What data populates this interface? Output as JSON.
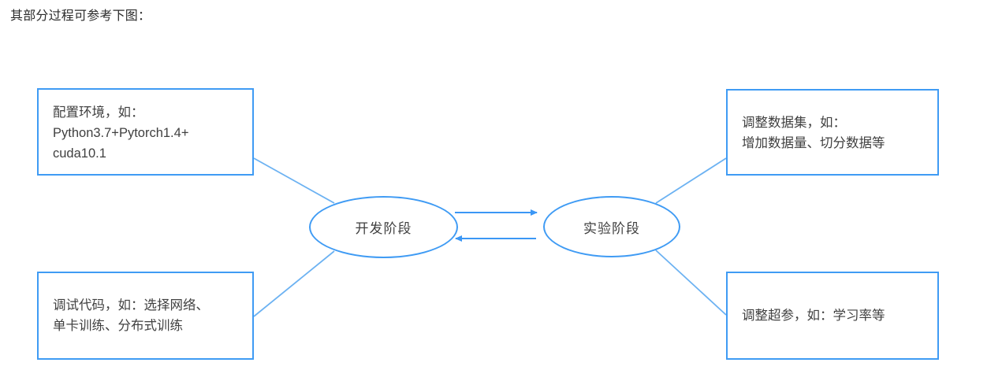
{
  "intro": {
    "text": "其部分过程可参考下图："
  },
  "colors": {
    "accent_blue": "#3f9bf4",
    "arrow_blue": "#3b97f5",
    "connector_blue": "#6cb2f2",
    "text_dark": "#404040",
    "background": "#ffffff"
  },
  "diagram": {
    "type": "flow-diagram",
    "nodes": [
      {
        "id": "env",
        "shape": "rectangle",
        "label": "配置环境，如：\nPython3.7+Pytorch1.4+\ncuda10.1",
        "position": "top-left"
      },
      {
        "id": "dataset",
        "shape": "rectangle",
        "label": "调整数据集，如：\n增加数据量、切分数据等",
        "position": "top-right"
      },
      {
        "id": "debug",
        "shape": "rectangle",
        "label": "调试代码，如：选择网络、\n单卡训练、分布式训练",
        "position": "bottom-left"
      },
      {
        "id": "hyper",
        "shape": "rectangle",
        "label": "调整超参，如：学习率等",
        "position": "bottom-right"
      },
      {
        "id": "dev",
        "shape": "ellipse",
        "label": "开发阶段",
        "position": "center-left"
      },
      {
        "id": "exp",
        "shape": "ellipse",
        "label": "实验阶段",
        "position": "center-right"
      }
    ],
    "edges": [
      {
        "id": "env-dev",
        "from": "env",
        "to": "dev",
        "arrow": false
      },
      {
        "id": "debug-dev",
        "from": "debug",
        "to": "dev",
        "arrow": false
      },
      {
        "id": "dataset-exp",
        "from": "dataset",
        "to": "exp",
        "arrow": false
      },
      {
        "id": "hyper-exp",
        "from": "hyper",
        "to": "exp",
        "arrow": false
      },
      {
        "id": "dev-to-exp",
        "from": "dev",
        "to": "exp",
        "arrow": true,
        "direction": "right"
      },
      {
        "id": "exp-to-dev",
        "from": "exp",
        "to": "dev",
        "arrow": true,
        "direction": "left"
      }
    ]
  }
}
